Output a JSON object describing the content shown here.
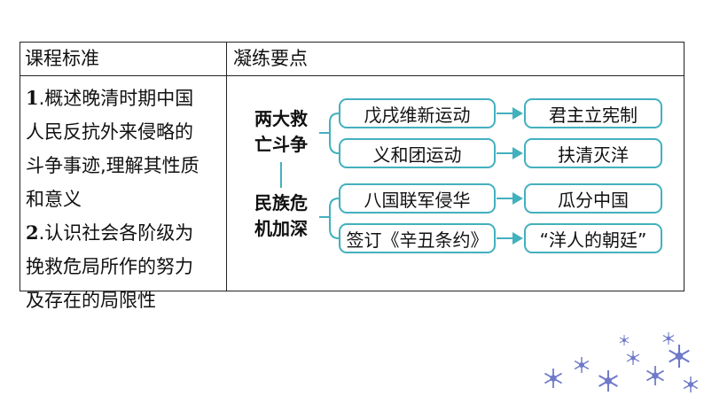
{
  "table": {
    "header_left": "课程标准",
    "header_right": "凝练要点",
    "standards": [
      {
        "lines": [
          {
            "num": "1",
            "text": ".概述晚清时期中国"
          },
          {
            "num": "",
            "text": "人民反抗外来侵略的"
          },
          {
            "num": "",
            "text": "斗争事迹,理解其性质"
          },
          {
            "num": "",
            "text": "和意义"
          }
        ]
      },
      {
        "lines": [
          {
            "num": "2",
            "text": ".认识社会各阶级为"
          },
          {
            "num": "",
            "text": "挽救危局所作的努力"
          },
          {
            "num": "",
            "text": "及存在的局限性"
          }
        ]
      }
    ]
  },
  "diagram": {
    "groups": [
      {
        "category_line1": "两大救",
        "category_line2": "亡斗争",
        "rows": [
          {
            "event": "戊戌维新运动",
            "result": "君主立宪制"
          },
          {
            "event": "义和团运动",
            "result": "扶清灭洋"
          }
        ]
      },
      {
        "category_line1": "民族危",
        "category_line2": "机加深",
        "rows": [
          {
            "event": "八国联军侵华",
            "result": "瓜分中国"
          },
          {
            "event": "签订《辛丑条约》",
            "result": "“洋人的朝廷”"
          }
        ]
      }
    ],
    "colors": {
      "accent": "#43b0bd",
      "decor": "#6f79c9"
    }
  }
}
